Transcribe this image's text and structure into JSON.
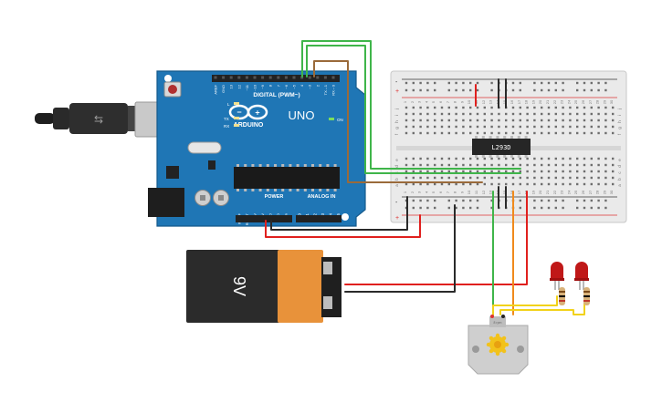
{
  "arduino": {
    "brand": "ARDUINO",
    "model": "UNO",
    "digital_header": "DIGITAL (PWM~)",
    "power_header": "POWER",
    "analog_header": "ANALOG IN",
    "led_l": "L",
    "led_tx": "TX",
    "led_rx": "RX",
    "on_label": "ON",
    "digital_pins": [
      "AREF",
      "GND",
      "13",
      "12",
      "~11",
      "~10",
      "~9",
      "8",
      "7",
      "~6",
      "~5",
      "4",
      "~3",
      "2",
      "TX→1",
      "RX←0"
    ],
    "power_pins": [
      "IOREF",
      "RESET",
      "3.3V",
      "5V",
      "GND",
      "GND",
      "Vin"
    ],
    "analog_pins": [
      "A0",
      "A1",
      "A2",
      "A3",
      "A4",
      "A5"
    ]
  },
  "battery": {
    "label": "9V",
    "body_color": "#2b2b2b",
    "label_color": "#e8923a"
  },
  "breadboard": {
    "column_numbers": [
      "1",
      "2",
      "3",
      "4",
      "5",
      "6",
      "7",
      "8",
      "9",
      "10",
      "11",
      "12",
      "13",
      "14",
      "15",
      "16",
      "17",
      "18",
      "19",
      "20",
      "21",
      "22",
      "23",
      "24",
      "25",
      "26",
      "27",
      "28",
      "29",
      "30"
    ],
    "row_letters_top": [
      "j",
      "i",
      "h",
      "g",
      "f"
    ],
    "row_letters_bottom": [
      "e",
      "d",
      "c",
      "b",
      "a"
    ],
    "rail_plus": "+",
    "rail_minus": "-"
  },
  "ic": {
    "label": "L293D"
  },
  "motor": {
    "terminal_label": "8 rpm"
  },
  "colors": {
    "board_blue": "#1f76b5",
    "wire_red": "#e0201e",
    "wire_black": "#2a2a2a",
    "wire_green": "#3fb54a",
    "wire_brown": "#9a6a3a",
    "wire_orange": "#f08a1c",
    "wire_yellow": "#f2d21b"
  }
}
